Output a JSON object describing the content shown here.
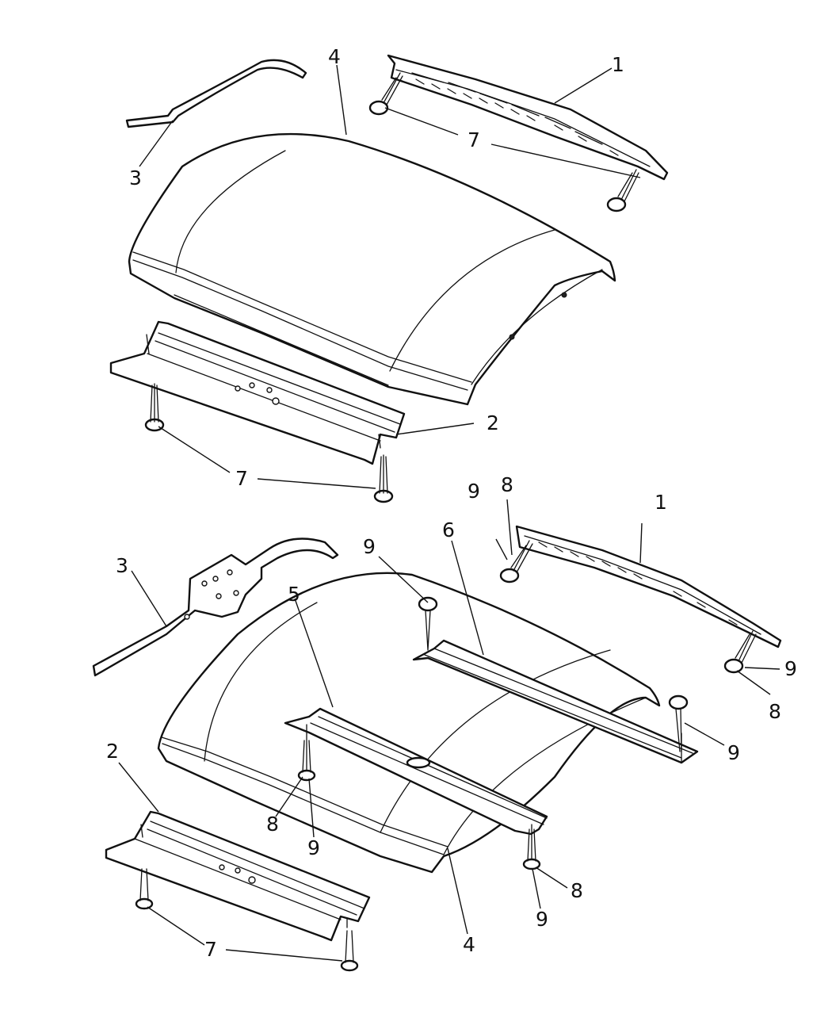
{
  "labels": {
    "top_1": "1",
    "top_2": "2",
    "top_3": "3",
    "top_4": "4",
    "top_7a": "7",
    "top_7b": "7",
    "bot_1": "1",
    "bot_2": "2",
    "bot_3": "3",
    "bot_4": "4",
    "bot_5": "5",
    "bot_6": "6",
    "bot_7": "7",
    "bot_8a": "8",
    "bot_9a": "9",
    "bot_9b": "9",
    "bot_9c": "9",
    "bot_8b": "8",
    "bot_9d": "9",
    "bot_8c": "8",
    "bot_9e": "9",
    "bot_8d": "8",
    "bot_9f": "9"
  }
}
